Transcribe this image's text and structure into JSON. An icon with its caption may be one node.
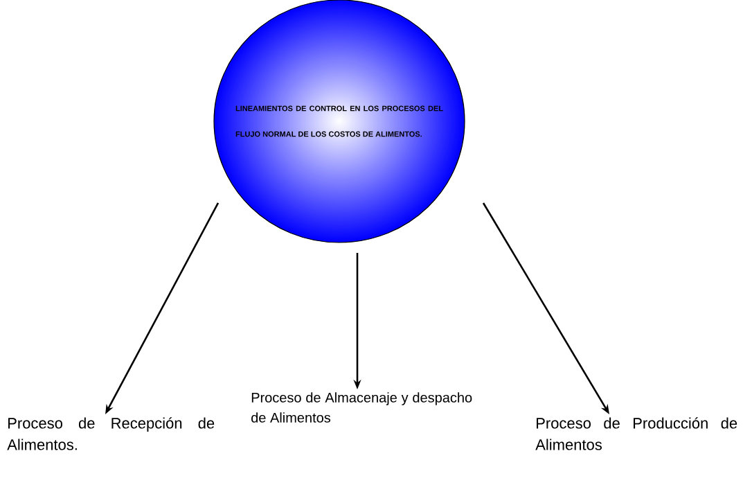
{
  "diagram": {
    "nodes": [
      {
        "text": [
          "LINEAMIENTOS DE CONTROL EN LOS PROCESOS DEL FLUJO NORMAL DE LOS COSTOS DE ALIMENTOS."
        ]
      },
      {
        "text": [
          "Proceso de Recepción de Alimentos."
        ]
      },
      {
        "text": [
          "Proceso de Almacenaje y despacho de Alimentos"
        ]
      },
      {
        "text": [
          "Proceso de Producción de Alimentos"
        ]
      }
    ],
    "edges": [
      {
        "from": 0,
        "to": 1,
        "arrow": "to"
      },
      {
        "from": 0,
        "to": 2,
        "arrow": "to"
      },
      {
        "from": 0,
        "to": 3,
        "arrow": "to"
      }
    ]
  }
}
